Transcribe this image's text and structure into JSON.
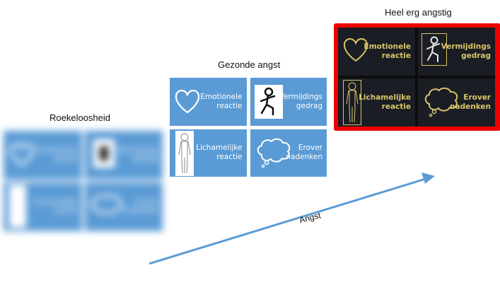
{
  "headings": {
    "roekeloosheid": "Roekeloosheid",
    "gezond": "Gezonde angst",
    "angstig": "Heel erg angstig"
  },
  "tiles": {
    "emotie": [
      "Emotionele",
      "reactie"
    ],
    "vermijding": [
      "Vermijdings",
      "gedrag"
    ],
    "lichaam": [
      "Lichamelijke",
      "reactie"
    ],
    "denken": [
      "Erover",
      "nadenken"
    ]
  },
  "arrow": {
    "label": "Angst"
  },
  "colors": {
    "tile_blue": "#5b9bd5",
    "tile_dark": "#1a1d23",
    "gold_text": "#d8c56a",
    "frame_red": "#ee0000",
    "arrow_blue": "#5b9bd5"
  },
  "icons": [
    "heart-icon",
    "running-figure-icon",
    "human-body-icon",
    "thought-cloud-icon"
  ]
}
